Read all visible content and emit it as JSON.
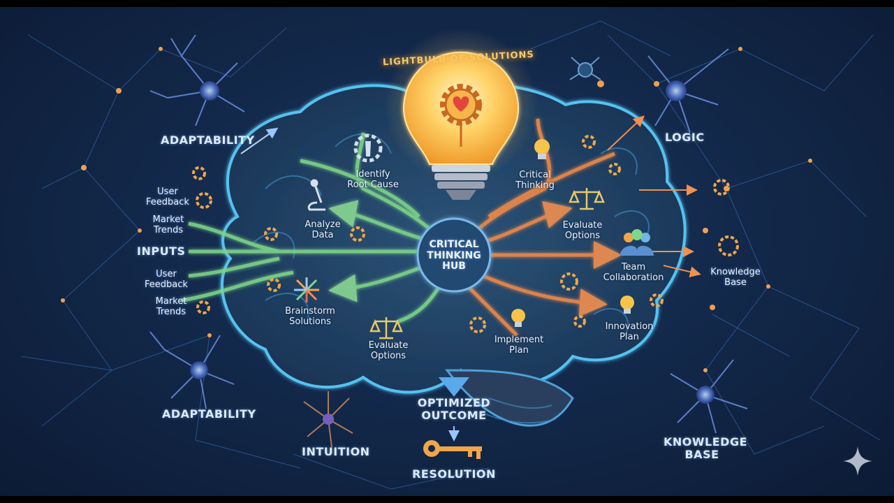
{
  "title": "LIGHTBULB OF SOLUTIONS",
  "hub": [
    "CRITICAL",
    "THINKING",
    "HUB"
  ],
  "left_labels": {
    "adaptability_top": "ADAPTABILITY",
    "user_feedback_1": [
      "User",
      "Feedback"
    ],
    "market_trends_1": [
      "Market",
      "Trends"
    ],
    "inputs": "INPUTS",
    "user_feedback_2": [
      "User",
      "Feedback"
    ],
    "market_trends_2": [
      "Market",
      "Trends"
    ],
    "adaptability_bottom": "ADAPTABILITY",
    "intuition": "INTUITION"
  },
  "brain_nodes": {
    "identify_root_cause": [
      "Identify",
      "Root Cause"
    ],
    "analyze_data": [
      "Analyze",
      "Data"
    ],
    "brainstorm_solutions": [
      "Brainstorm",
      "Solutions"
    ],
    "evaluate_options_left": [
      "Evaluate",
      "Options"
    ],
    "critical_thinking": [
      "Critical",
      "Thinking"
    ],
    "evaluate_options_right": [
      "Evaluate",
      "Options"
    ],
    "team_collaboration": [
      "Team",
      "Collaboration"
    ],
    "implement_plan": [
      "Implement",
      "Plan"
    ],
    "innovation_plan": [
      "Innovation",
      "Plan"
    ]
  },
  "right_labels": {
    "logic": "LOGIC",
    "knowledge_base_mid": [
      "Knowledge",
      "Base"
    ],
    "knowledge_base_bottom": [
      "KNOWLEDGE",
      "BASE"
    ]
  },
  "outcome": [
    "OPTIMIZED",
    "OUTCOME"
  ],
  "resolution": "RESOLUTION",
  "colors": {
    "background": "#13294b",
    "green_path": "#7fd68a",
    "orange_path": "#f08a4a",
    "bulb_glow": "#ffc85a",
    "brain_outline": "#4fb6e8",
    "network": "#4a8bd6"
  },
  "icons": [
    "lightbulb-icon",
    "gear-heart-icon",
    "microscope-icon",
    "wrench-gear-icon",
    "arrows-burst-icon",
    "scales-icon",
    "team-icon",
    "key-icon",
    "neuron-icon",
    "sparkle-icon"
  ]
}
